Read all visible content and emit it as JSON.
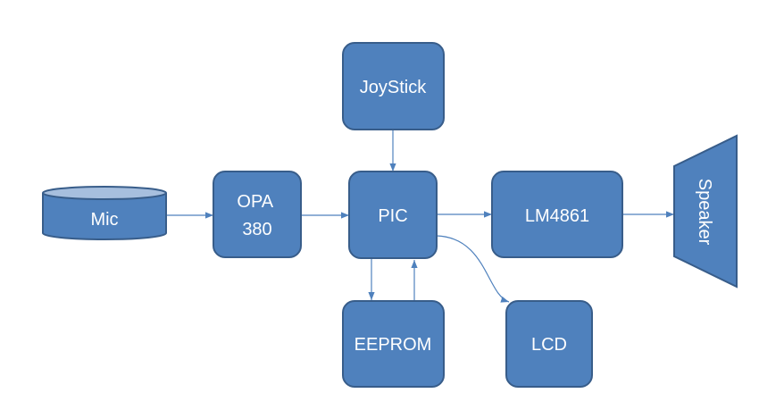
{
  "diagram": {
    "nodes": {
      "mic": "Mic",
      "opa_line1": "OPA",
      "opa_line2": "380",
      "pic": "PIC",
      "joystick": "JoyStick",
      "lm4861": "LM4861",
      "speaker": "Speaker",
      "eeprom": "EEPROM",
      "lcd": "LCD"
    },
    "edges": [
      {
        "from": "Mic",
        "to": "OPA 380"
      },
      {
        "from": "OPA 380",
        "to": "PIC"
      },
      {
        "from": "JoyStick",
        "to": "PIC"
      },
      {
        "from": "PIC",
        "to": "LM4861"
      },
      {
        "from": "LM4861",
        "to": "Speaker"
      },
      {
        "from": "PIC",
        "to": "EEPROM"
      },
      {
        "from": "EEPROM",
        "to": "PIC"
      },
      {
        "from": "PIC",
        "to": "LCD"
      }
    ],
    "colors": {
      "block_fill": "#4F81BD",
      "block_border": "#385D8A",
      "connector": "#4F81BD",
      "label": "#FFFFFF"
    }
  }
}
